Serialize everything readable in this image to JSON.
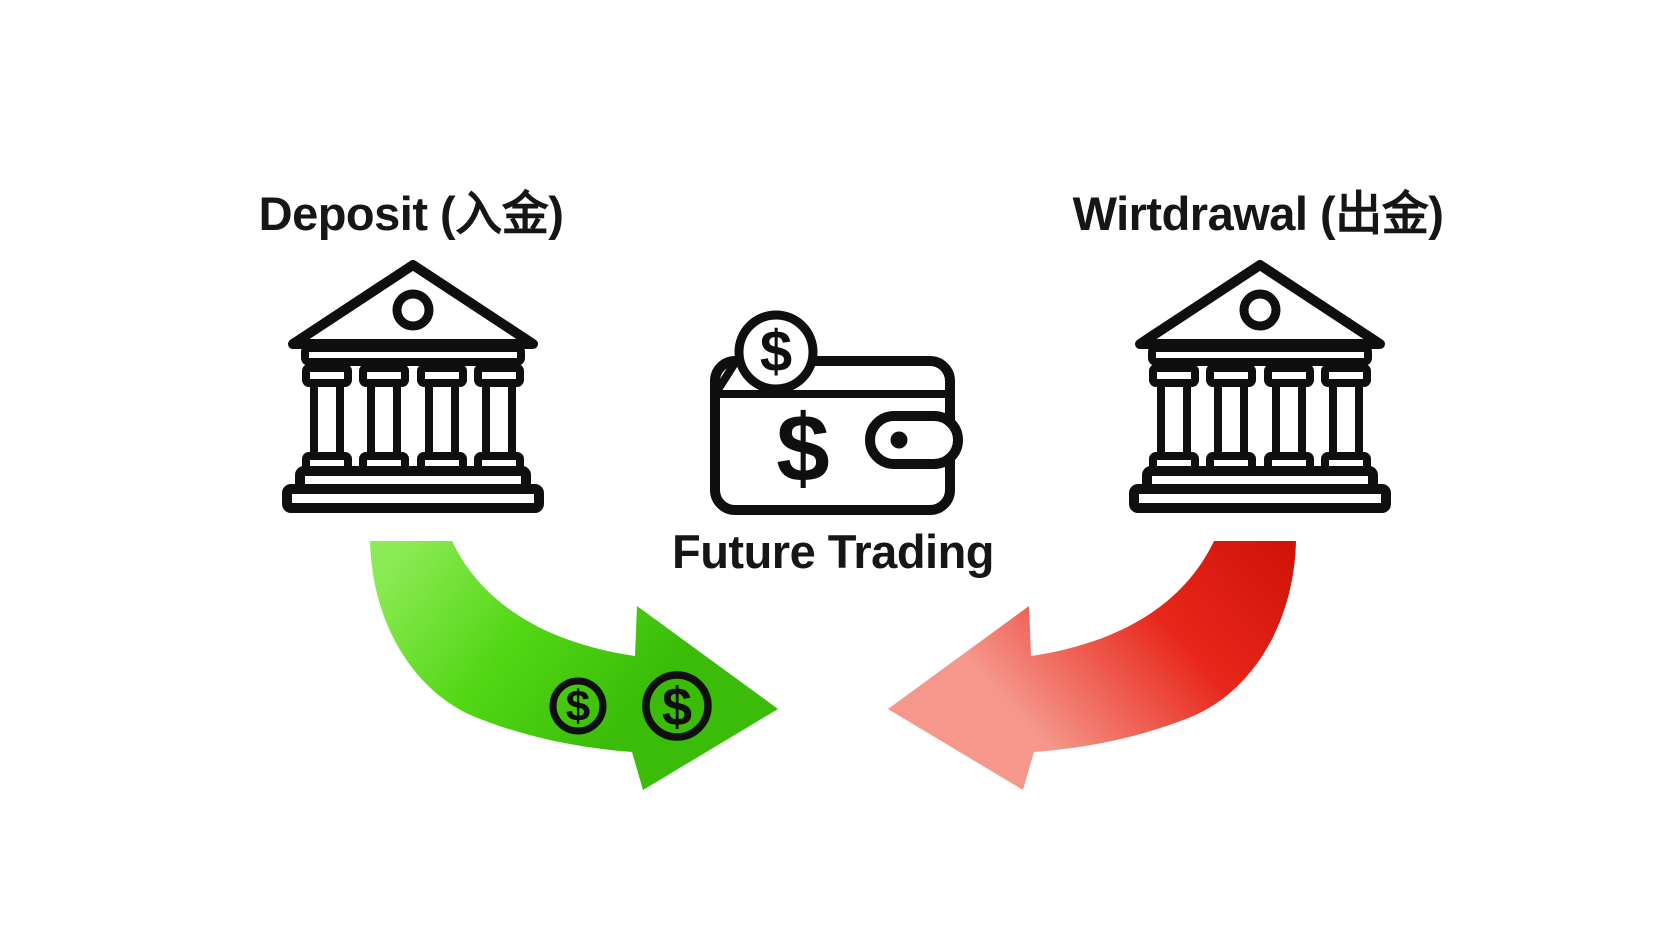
{
  "title": "Futures trading deposit and withdrawal flow diagram",
  "labels": {
    "deposit": "Deposit (入金)",
    "withdrawal": "Wirtdrawal (出金)",
    "future_trading": "Future Trading"
  },
  "symbols": {
    "dollar": "$"
  },
  "icons": {
    "left_bank": "bank-building-icon",
    "right_bank": "bank-building-icon",
    "center": "wallet-with-dollar-coin-icon",
    "deposit_flow": "green-curved-arrow-right-icon",
    "withdrawal_flow": "red-curved-arrow-left-icon",
    "money_on_arrow": "dollar-coin-icon"
  },
  "colors": {
    "background": "#ffffff",
    "outline": "#0f0f0f",
    "text": "#161616",
    "arrow_green_light": "#8ceb55",
    "arrow_green": "#52d614",
    "arrow_green_dark": "#3abc08",
    "arrow_red_light": "#f5978b",
    "arrow_red": "#e8261a",
    "arrow_red_dark": "#d01408"
  }
}
